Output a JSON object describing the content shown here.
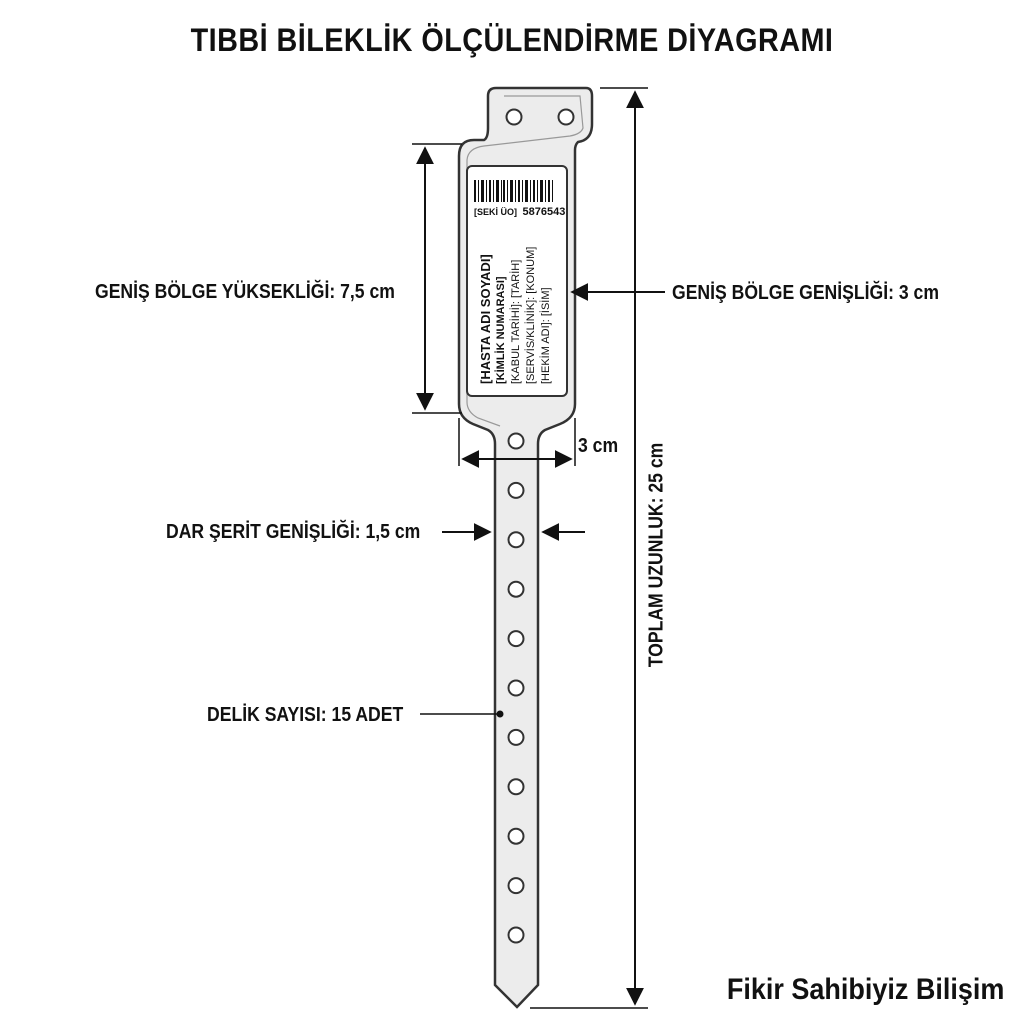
{
  "title": "TIBBİ BİLEKLİK ÖLÇÜLENDİRME DİYAGRAMI",
  "footer": "Fikir Sahibiyiz Bilişim",
  "dimensions": {
    "wide_height": "GENİŞ BÖLGE YÜKSEKLİĞİ: 7,5 cm",
    "wide_width": "GENİŞ BÖLGE GENİŞLİĞİ: 3 cm",
    "wide_width_short": "3 cm",
    "narrow_width": "DAR ŞERİT GENİŞLİĞİ: 1,5 cm",
    "hole_count": "DELİK SAYISI: 15 ADET",
    "total_length": "TOPLAM UZUNLUK: 25 cm"
  },
  "label_card": {
    "id_prefix": "[SEKİ ÜO]",
    "id_number": "5876543",
    "lines": [
      "[HASTA ADI SOYADI]",
      "[KİMLİK NUMARASI]",
      "[KABUL TARİHİ]: [TARİH]",
      "[SERVİS/KLİNİK]: [KONUM]",
      "[HEKİM ADI]: [İSİM]"
    ]
  },
  "colors": {
    "outline": "#333333",
    "band_fill": "#ececec",
    "card_fill": "#ffffff",
    "text": "#111111"
  }
}
